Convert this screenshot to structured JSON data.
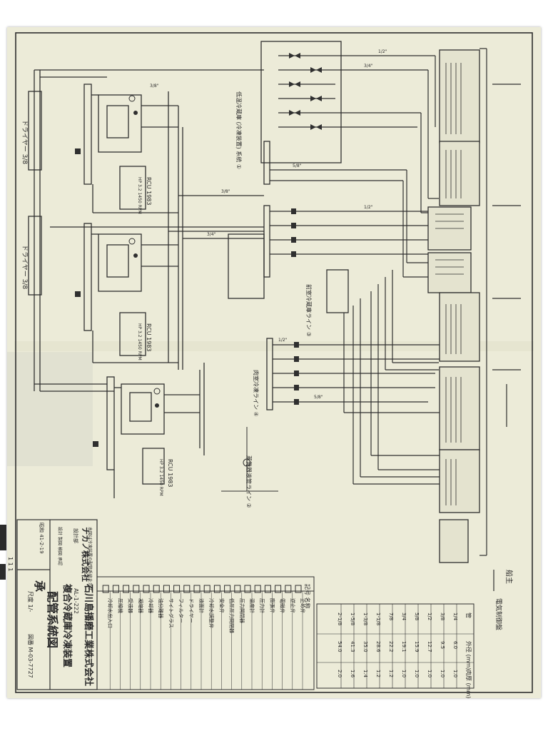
{
  "title_block": {
    "company": "ナカノ株式会社",
    "company_sub": "設計部",
    "project": "石川島播磨工業株式会社",
    "project_sub": "AL-1-222",
    "system": "複合冷蔵庫冷凍装置",
    "drawing_title": "配管系統図",
    "scale": "尺度 1/-",
    "drawing_no": "図番 M-03-7727",
    "date": "昭和 41-2-19",
    "approval_mark": "承",
    "role_labels": [
      "設計",
      "製図",
      "検図",
      "承認"
    ]
  },
  "right_labels": {
    "top": "船主",
    "bottom": "電気制御盤"
  },
  "left_labels": [
    "ドライヤー 3/8 ",
    "ドライヤー 3/8 "
  ],
  "system_labels": [
    "低温冷蔵庫 (冷凍装置) 系統 ①",
    "蒸発器液管ライン ②",
    "前室冷蔵庫ライン ③",
    "肉室冷凍ライン ④"
  ],
  "compressor_labels": [
    "RCU 1983",
    "RCU 1983",
    "RCU 1983"
  ],
  "compressor_specs": [
    "HP 3.2 1450 RPM",
    "HP 3.2 1450 RPM",
    "HP 3.2 1450 RPM"
  ],
  "pipe_labels": [
    "1/2\"",
    "3/4\"",
    "5/8\"",
    "3/8\"",
    "1/2\"",
    "3/4\"",
    "1/2\"",
    "5/8\"",
    "3/8\""
  ],
  "legend": {
    "title": "記号 名称",
    "items": [
      "止め弁",
      "逆止弁",
      "電磁弁",
      "膨張弁",
      "圧力計",
      "温度計",
      "圧力開閉器",
      "低圧圧力開閉器",
      "安全弁",
      "冷却水調整弁",
      "液面計",
      "ドライヤー",
      "フィルター",
      "サイトグラス",
      "油分離器",
      "冷却器",
      "凝縮器",
      "受液器",
      "圧縮機",
      "冷却水出入口"
    ]
  },
  "pipe_table": {
    "header": [
      "管",
      "外径 (mm)",
      "肉厚 (mm)"
    ],
    "rows": [
      [
        "1/4",
        "6.0",
        "1.0"
      ],
      [
        "3/8",
        "9.5",
        "1.0"
      ],
      [
        "1/2",
        "12.7",
        "1.0"
      ],
      [
        "5/8",
        "15.9",
        "1.0"
      ],
      [
        "3/4",
        "19.1",
        "1.0"
      ],
      [
        "7/8",
        "22.2",
        "1.2"
      ],
      [
        "1-1/8",
        "28.6",
        "1.2"
      ],
      [
        "1-3/8",
        "35.0",
        "1.4"
      ],
      [
        "1-5/8",
        "41.3",
        "1.6"
      ],
      [
        "2-1/8",
        "54.0",
        "2.0"
      ]
    ]
  },
  "side_margin_note": "本図は冷凍装置の配管系統を示す",
  "edge_label": "1 1 1"
}
